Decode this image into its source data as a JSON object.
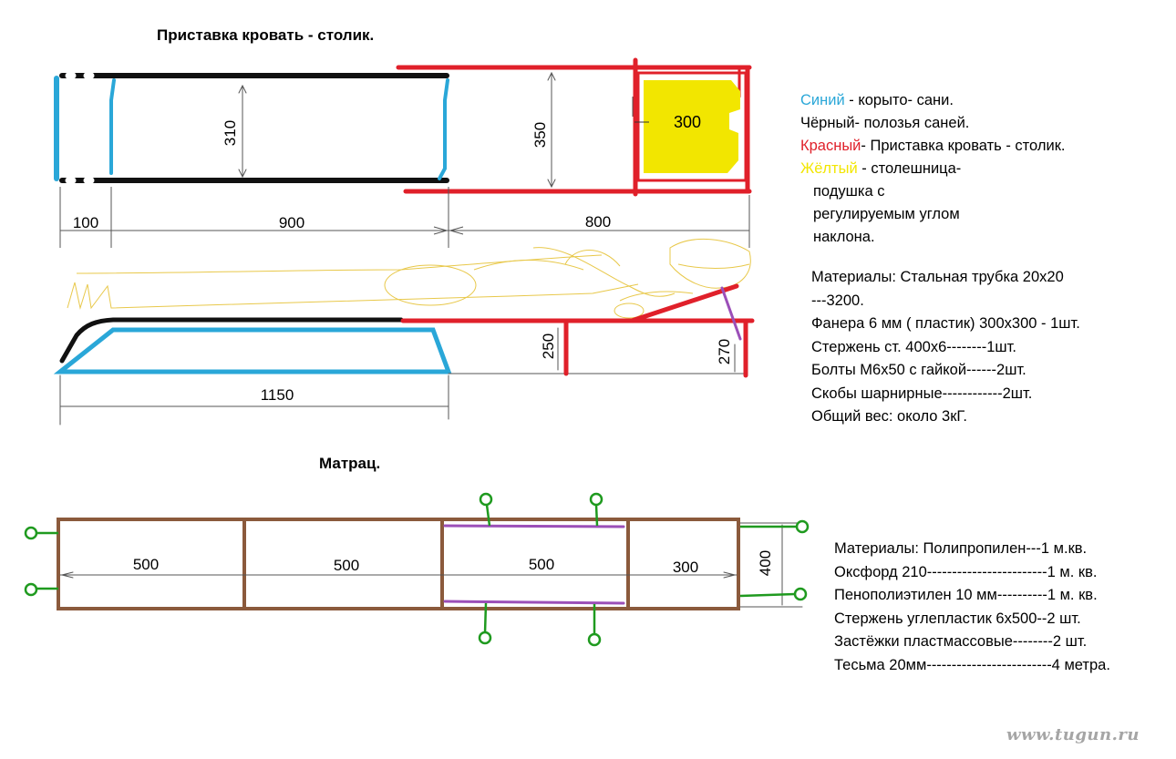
{
  "titles": {
    "bed": "Приставка кровать - столик.",
    "mattress": "Матрац."
  },
  "legend": [
    {
      "color_word": "Синий",
      "text": " - корыто- сани.",
      "color": "#2aa7d8"
    },
    {
      "color_word": "",
      "text": " Чёрный- полозья саней.",
      "color": "#000000"
    },
    {
      "color_word": "Красный",
      "text": "- Приставка кровать - столик.",
      "color": "#e0202a"
    },
    {
      "color_word": "Жёлтый",
      "text": "  - столешница-",
      "color": "#f2e600"
    },
    {
      "color_word": "",
      "text": "подушка с",
      "color": "#000000"
    },
    {
      "color_word": "",
      "text": "регулируемым углом",
      "color": "#000000"
    },
    {
      "color_word": "",
      "text": "наклона.",
      "color": "#000000"
    }
  ],
  "materials_bed": [
    "Материалы: Стальная трубка 20х20",
    " ---3200.",
    "Фанера 6 мм  ( пластик)   300х300 - 1шт.",
    "Стержень ст. 400х6--------1шт.",
    "Болты М6х50 с гайкой------2шт.",
    "Скобы шарнирные------------2шт.",
    "Общий вес: около 3кГ."
  ],
  "materials_mattress": [
    "Материалы: Полипропилен---1 м.кв.",
    "Оксфорд 210------------------------1 м. кв.",
    "Пенополиэтилен 10 мм----------1 м. кв.",
    "Стержень углепластик 6х500--2 шт.",
    "Застёжки пластмассовые--------2 шт.",
    "Тесьма 20мм-------------------------4 метра."
  ],
  "dimensions": {
    "sled_width": "310",
    "table_width": "350",
    "board": "300",
    "seg_100": "100",
    "seg_900": "900",
    "seg_800": "800",
    "side_length": "1150",
    "height_250": "250",
    "height_270": "270"
  },
  "mattress_dims": {
    "s1": "500",
    "s2": "500",
    "s3": "500",
    "s4": "300",
    "width": "400"
  },
  "colors": {
    "blue": "#2aa7d8",
    "black": "#111111",
    "red": "#e0202a",
    "yellow": "#f2e600",
    "brown": "#8b5a3c",
    "purple": "#9b4fb8",
    "green": "#1f9a1f",
    "figure": "#e8c84a"
  },
  "watermark": "www.tugun.ru"
}
